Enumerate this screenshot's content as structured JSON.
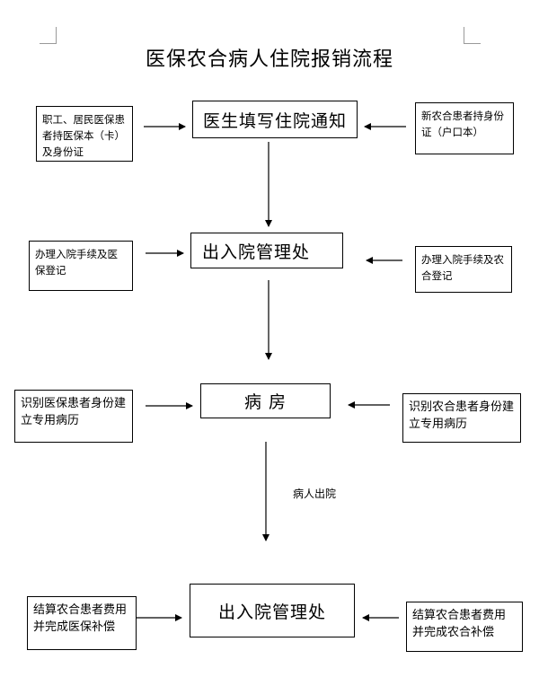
{
  "title": "医保农合病人住院报销流程",
  "steps": {
    "notice": "医生填写住院通知",
    "admin1": "出入院管理处",
    "ward": "病  房",
    "admin2": "出入院管理处"
  },
  "left": {
    "notice": "职工、居民医保患者持医保本（卡）及身份证",
    "admin1": "办理入院手续及医保登记",
    "ward": "识别医保患者身份建立专用病历",
    "admin2": "结算农合患者费用并完成医保补偿"
  },
  "right": {
    "notice": "新农合患者持身份证（户口本）",
    "admin1": "办理入院手续及农合登记",
    "ward": "识别农合患者身份建立专用病历",
    "admin2": "结算农合患者费用并完成农合补偿"
  },
  "discharge_label": "病人出院"
}
